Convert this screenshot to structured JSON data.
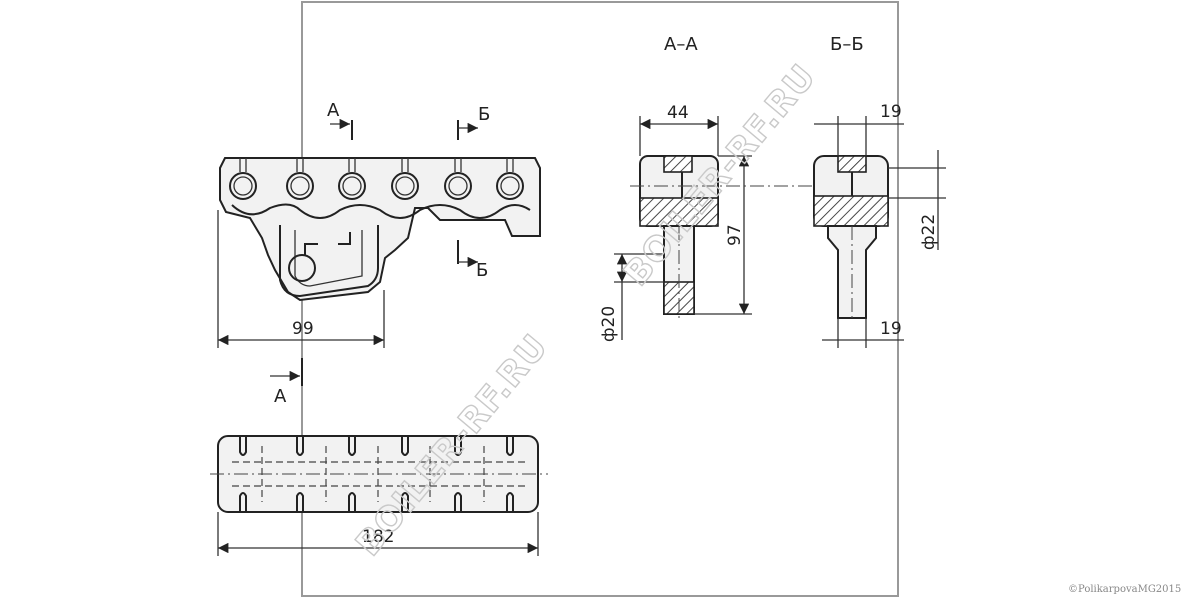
{
  "sections": {
    "aa_title": "А–А",
    "bb_title": "Б–Б",
    "cut_a_top": "А",
    "cut_a_bottom": "А",
    "cut_b_top": "Б",
    "cut_b_bottom": "Б"
  },
  "dimensions": {
    "main_width": "99",
    "bottom_width": "182",
    "aa_width": "44",
    "aa_height": "97",
    "aa_diameter": "ф20",
    "bb_top_width": "19",
    "bb_diameter": "ф22",
    "bb_bottom_width": "19"
  },
  "watermark": {
    "text": "BOILER-RF.RU"
  },
  "credit": "©PolikarpovaMG2015"
}
